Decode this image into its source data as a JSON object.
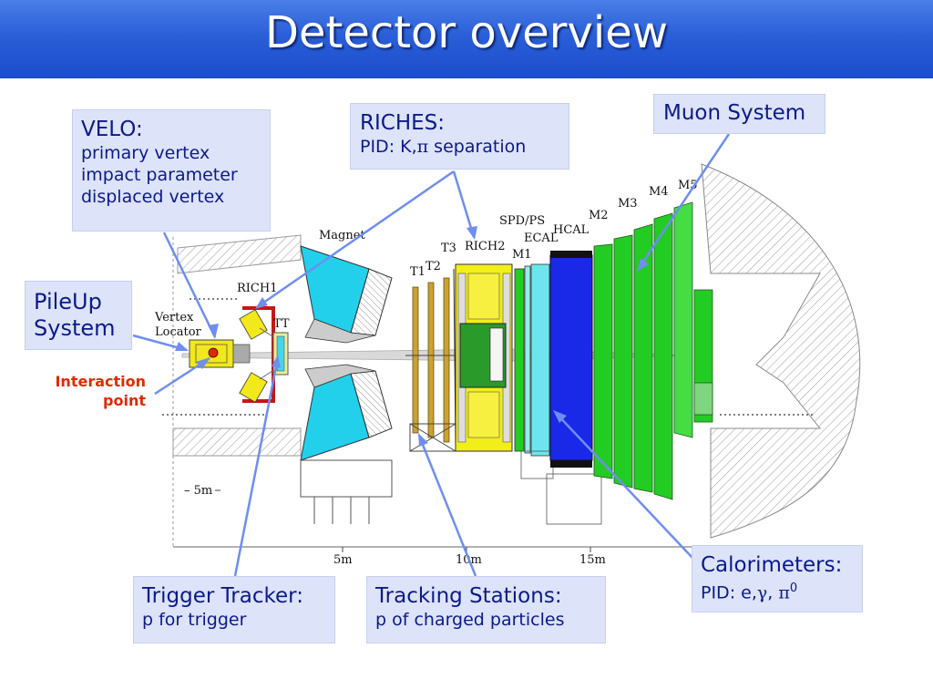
{
  "slide": {
    "title": "Detector overview"
  },
  "callouts": {
    "velo": {
      "heading": "VELO:",
      "lines": [
        "primary vertex",
        "impact parameter",
        "displaced vertex"
      ]
    },
    "riches": {
      "heading": "RICHES:",
      "line_prefix": "PID: K,",
      "line_symbol": "π",
      "line_suffix": " separation"
    },
    "muon": {
      "heading": "Muon System"
    },
    "pileup": {
      "lines": [
        "PileUp",
        "System"
      ]
    },
    "interaction": {
      "lines": [
        "Interaction",
        "point"
      ],
      "color": "#e02a00"
    },
    "trigger_tracker": {
      "heading": "Trigger Tracker:",
      "line": "p for trigger"
    },
    "tracking": {
      "heading": "Tracking Stations:",
      "line": "p of charged particles"
    },
    "calorimeters": {
      "heading": "Calorimeters:",
      "line_prefix": "PID: e,",
      "sym1": "γ",
      "sep": ", ",
      "sym2": "π",
      "sup": "0"
    }
  },
  "diagram_labels": {
    "vertex": "Vertex",
    "locator": "Locator",
    "rich1": "RICH1",
    "tt": "TT",
    "magnet": "Magnet",
    "t1": "T1",
    "t2": "T2",
    "t3": "T3",
    "rich2": "RICH2",
    "m1": "M1",
    "spd_ps": "SPD/PS",
    "ecal": "ECAL",
    "hcal": "HCAL",
    "m2": "M2",
    "m3": "M3",
    "m4": "M4",
    "m5": "M5"
  },
  "axis": {
    "y_tick": "– 5m",
    "x_ticks": [
      "5m",
      "10m",
      "15m"
    ]
  },
  "colors": {
    "callout_bg": "#dde3f8",
    "callout_text": "#0b1a8a",
    "arrow": "#6e8ef0",
    "magnet": "#22d0ec",
    "rich": "#f2ee1a",
    "calorimeter": "#1a28e8",
    "muon": "#22cc22",
    "velo": "#f2e81a",
    "rich1_frame": "#c41818"
  }
}
